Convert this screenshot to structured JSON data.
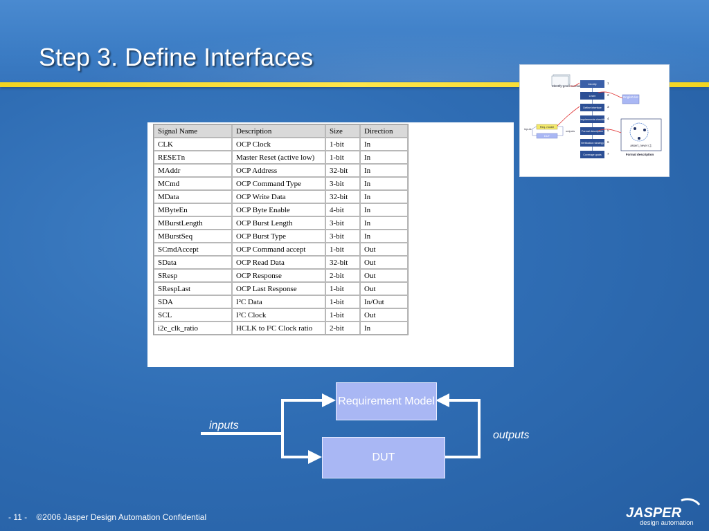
{
  "slide": {
    "title": "Step 3. Define Interfaces"
  },
  "table": {
    "headers": [
      "Signal Name",
      "Description",
      "Size",
      "Direction"
    ],
    "rows": [
      [
        "CLK",
        "OCP Clock",
        "1-bit",
        "In"
      ],
      [
        "RESETn",
        "Master Reset (active low)",
        "1-bit",
        "In"
      ],
      [
        "MAddr",
        "OCP Address",
        "32-bit",
        "In"
      ],
      [
        "MCmd",
        "OCP Command Type",
        "3-bit",
        "In"
      ],
      [
        "MData",
        "OCP Write Data",
        "32-bit",
        "In"
      ],
      [
        "MByteEn",
        "OCP Byte Enable",
        "4-bit",
        "In"
      ],
      [
        "MBurstLength",
        "OCP Burst Length",
        "3-bit",
        "In"
      ],
      [
        "MBurstSeq",
        "OCP Burst Type",
        "3-bit",
        "In"
      ],
      [
        "SCmdAccept",
        "OCP Command accept",
        "1-bit",
        "Out"
      ],
      [
        "SData",
        "OCP Read Data",
        "32-bit",
        "Out"
      ],
      [
        "SResp",
        "OCP Response",
        "2-bit",
        "Out"
      ],
      [
        "SRespLast",
        "OCP Last Response",
        "1-bit",
        "Out"
      ],
      [
        "SDA",
        "I²C Data",
        "1-bit",
        "In/Out"
      ],
      [
        "SCL",
        "I²C Clock",
        "1-bit",
        "Out"
      ],
      [
        "i2c_clk_ratio",
        "HCLK to I²C Clock ratio",
        "2-bit",
        "In"
      ]
    ]
  },
  "thumbnail": {
    "candidates": "Identify good candidates",
    "steps": [
      "Identify",
      "Learn",
      "Define interface",
      "Requirements checklist",
      "Formal description",
      "Verification strategy",
      "Coverage goals"
    ],
    "step_numbers": [
      "1",
      "2",
      "3",
      "4",
      "5",
      "6",
      "7"
    ],
    "english_list": "English list",
    "inputs": "inputs",
    "outputs": "outputs",
    "req_model": "Req. model",
    "dut": "DUT",
    "assert": "assert_never (.);",
    "formal_desc": "Formal description"
  },
  "diagram": {
    "requirement_model": "Requirement Model",
    "dut": "DUT",
    "inputs": "inputs",
    "outputs": "outputs"
  },
  "footer": {
    "page": "- 11 -",
    "copyright": "©2006 Jasper Design Automation Confidential"
  },
  "logo": {
    "name": "JASPER",
    "tagline": "design automation"
  },
  "colors": {
    "title_bar_accent": "#ffe64a",
    "box_fill": "#a9b7f4",
    "background": "#2f6db4"
  }
}
